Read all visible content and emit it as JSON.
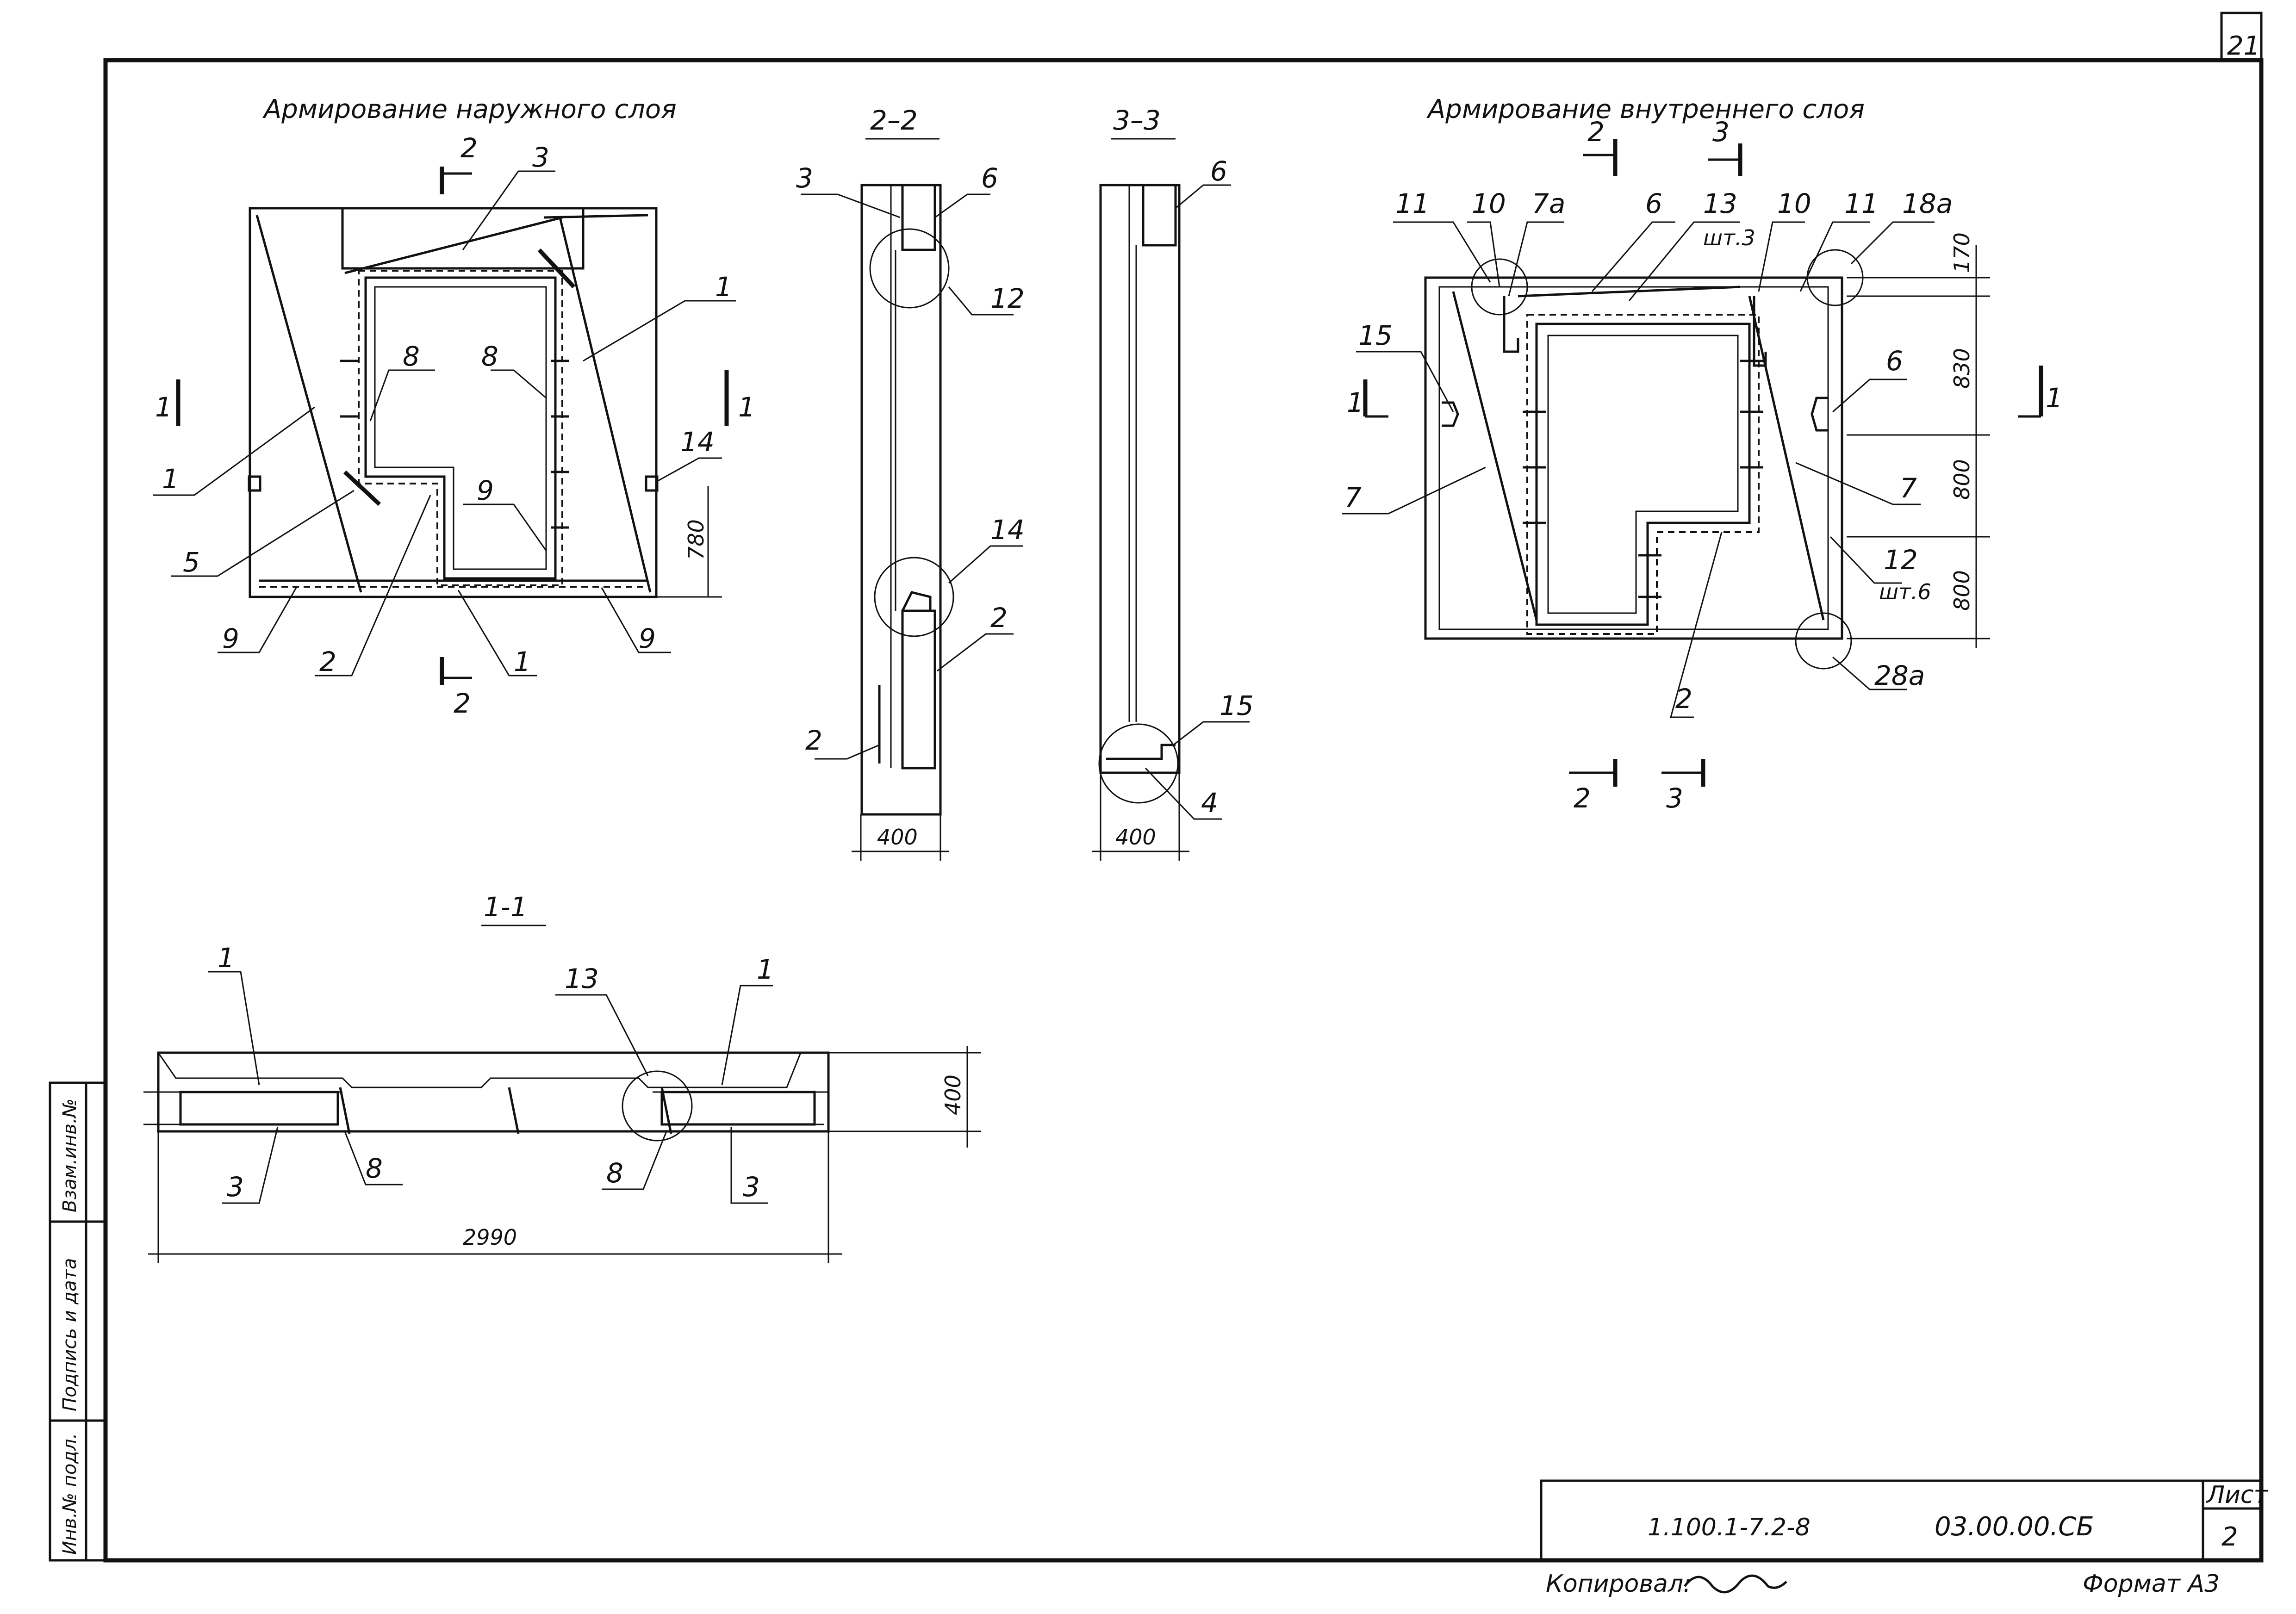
{
  "sheet": {
    "number_top": "21",
    "list_label": "Лист",
    "list_value": "2",
    "code_left": "1.100.1-7.2-8",
    "code_right": "03.00.00.СБ",
    "copied_by": "Копировал:",
    "format": "Формат А3"
  },
  "side_stamp": {
    "inv_num": "Инв.№ подл.",
    "sign_date": "Подпись и дата",
    "replace_inv": "Взам.инв.№"
  },
  "views": {
    "outer": {
      "title": "Армирование наружного слоя",
      "cut_2": "2",
      "cut_2b": "2",
      "cut_1": "1",
      "cut_1b": "1",
      "dim_780": "780",
      "labels": {
        "l3": "3",
        "l1a": "1",
        "l8a": "8",
        "l8b": "8",
        "l1b": "1",
        "l14": "14",
        "l9a": "9",
        "l5": "5",
        "l9b": "9",
        "l2": "2",
        "l1c": "1",
        "l9c": "9"
      }
    },
    "section22": {
      "title": "2–2",
      "dim_400": "400",
      "labels": {
        "l3": "3",
        "l6": "6",
        "l12": "12",
        "l14": "14",
        "l2a": "2",
        "l2b": "2"
      }
    },
    "section33": {
      "title": "3–3",
      "dim_400": "400",
      "labels": {
        "l6": "6",
        "l15": "15",
        "l4": "4"
      }
    },
    "inner": {
      "title": "Армирование внутреннего слоя",
      "cut_2": "2",
      "cut_3": "3",
      "cut_2b": "2",
      "cut_3b": "3",
      "cut_1": "1",
      "cut_1b": "1",
      "dim_170": "170",
      "dim_830": "830",
      "dim_800a": "800",
      "dim_800b": "800",
      "labels": {
        "l11a": "11",
        "l10a": "10",
        "l7a": "7а",
        "l6a": "6",
        "l13": "13",
        "l13q": "шт.3",
        "l10b": "10",
        "l11b": "11",
        "l18a": "18а",
        "l15": "15",
        "l6b": "6",
        "l7b": "7",
        "l7c": "7",
        "l12": "12",
        "l12q": "шт.6",
        "l2": "2",
        "l28a": "28а"
      }
    },
    "section11": {
      "title": "1-1",
      "dim_400": "400",
      "dim_2990": "2990",
      "labels": {
        "l1a": "1",
        "l13": "13",
        "l1b": "1",
        "l3a": "3",
        "l8a": "8",
        "l8b": "8",
        "l3b": "3"
      }
    }
  }
}
